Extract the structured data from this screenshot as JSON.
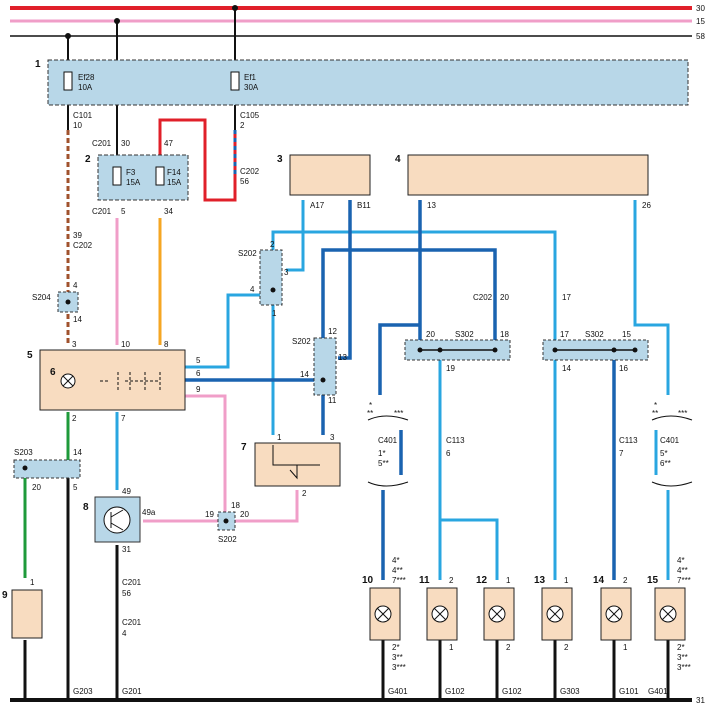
{
  "power_rails": [
    {
      "label": "30",
      "color": "#e0202a"
    },
    {
      "label": "15",
      "color": "#f09ec8"
    },
    {
      "label": "58",
      "color": "#111111"
    }
  ],
  "ground_rail": {
    "label": "31"
  },
  "components": {
    "c1": "1",
    "c2": "2",
    "c3": "3",
    "c4": "4",
    "c5": "5",
    "c6": "6",
    "c7": "7",
    "c8": "8",
    "c9": "9",
    "c10": "10",
    "c11": "11",
    "c12": "12",
    "c13": "13",
    "c14": "14",
    "c15": "15"
  },
  "fuses": {
    "ef28": {
      "name": "Ef28",
      "rating": "10A"
    },
    "ef1": {
      "name": "Ef1",
      "rating": "30A"
    },
    "f3": {
      "name": "F3",
      "rating": "15A"
    },
    "f14": {
      "name": "F14",
      "rating": "15A"
    }
  },
  "connectors": {
    "c101": "C101",
    "c105": "C105",
    "c201": "C201",
    "c202": "C202",
    "s204": "S204",
    "s203": "S203",
    "s202": "S202",
    "s302": "S302",
    "c401": "C401",
    "c113": "C113"
  },
  "pins": {
    "p10": "10",
    "p2": "2",
    "p30": "30",
    "p47": "47",
    "p56": "56",
    "p5": "5",
    "p34": "34",
    "p39": "39",
    "p4": "4",
    "p14": "14",
    "p3": "3",
    "p8": "8",
    "p6": "6",
    "p9": "9",
    "p7": "7",
    "a17": "A17",
    "b11": "B11",
    "p13": "13",
    "p26": "26",
    "p1": "1",
    "p12": "12",
    "p11": "11",
    "p20": "20",
    "p17": "17",
    "p18": "18",
    "p19": "19",
    "p15": "15",
    "p16": "16",
    "p49": "49",
    "p49a": "49a",
    "p31": "31"
  },
  "variants": {
    "star1": "*",
    "star2": "**",
    "star3": "***",
    "v1": "1*",
    "v5": "5**",
    "v5b": "5*",
    "v6": "6**",
    "v4a": "4*",
    "v4b": "4**",
    "v7": "7***",
    "v2a": "2*",
    "v3b": "3**",
    "v3c": "3***"
  },
  "grounds": {
    "g203": "G203",
    "g201": "G201",
    "g401a": "G401",
    "g102a": "G102",
    "g102b": "G102",
    "g303": "G303",
    "g101": "G101",
    "g401b": "G401"
  },
  "wire_colors": {
    "red": "#e0202a",
    "pink": "#f09ec8",
    "black": "#111111",
    "brown": "#a0522d",
    "orange": "#f5a623",
    "light_blue": "#29a6e0",
    "dark_blue": "#1a63b0",
    "green": "#1e9a3a",
    "module": "#f8dcc0",
    "fuse_block": "#b8d7e8"
  }
}
